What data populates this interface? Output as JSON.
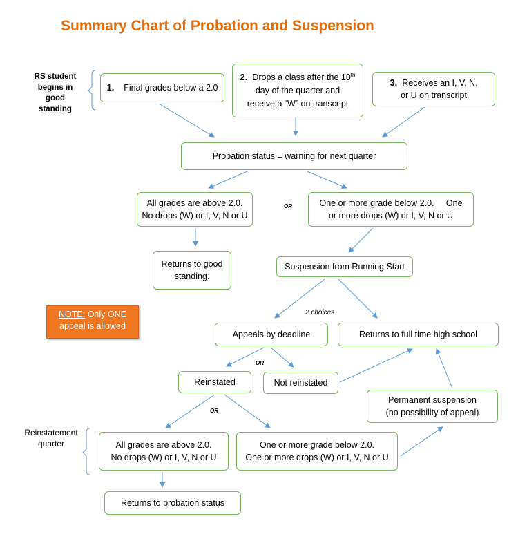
{
  "title": "Summary Chart of Probation and Suspension",
  "side_label_top": [
    "RS student",
    "begins in",
    "good",
    "standing"
  ],
  "side_label_bottom": [
    "Reinstatement",
    "quarter"
  ],
  "box1": {
    "num": "1.",
    "text": "Final grades below a 2.0"
  },
  "box2": {
    "num": "2.",
    "line1": "Drops a class after the 10",
    "sup": "th",
    "line2": "day of the quarter and",
    "line3": "receive a “W” on transcript"
  },
  "box3": {
    "num": "3.",
    "line1": "Receives an I, V, N,",
    "line2": "or U on transcript"
  },
  "probation": "Probation status = warning for next quarter",
  "all_above_1": {
    "line1": "All grades are above 2.0.",
    "line2": "No drops (W) or I, V, N or U"
  },
  "or1": "OR",
  "below_1": {
    "line1": "One or more grade below 2.0.     One",
    "line2": "or more drops (W) or I, V, N or U"
  },
  "returns_good": {
    "line1": "Returns to good",
    "line2": "standing."
  },
  "suspension": "Suspension from Running Start",
  "two_choices": "2 choices",
  "note": {
    "underlined": "NOTE:",
    "rest": " Only ONE",
    "line2": "appeal is allowed"
  },
  "appeals": "Appeals by deadline",
  "full_time_hs": "Returns to full time high school",
  "or2": "OR",
  "reinstated": "Reinstated",
  "not_reinstated": "Not reinstated",
  "permanent": {
    "line1": "Permanent suspension",
    "line2": "(no possibility of appeal)"
  },
  "or3": "OR",
  "all_above_2": {
    "line1": "All grades are above 2.0.",
    "line2": "No drops (W) or I, V, N or U"
  },
  "below_2": {
    "line1": "One or more grade below 2.0.",
    "line2": "One or more drops (W) or I, V, N or U"
  },
  "returns_probation": "Returns to probation status",
  "colors": {
    "accent_title": "#e36c0a",
    "box_border": "#77b55a",
    "arrow": "#5b9bd5",
    "note_bg": "#f07622"
  }
}
